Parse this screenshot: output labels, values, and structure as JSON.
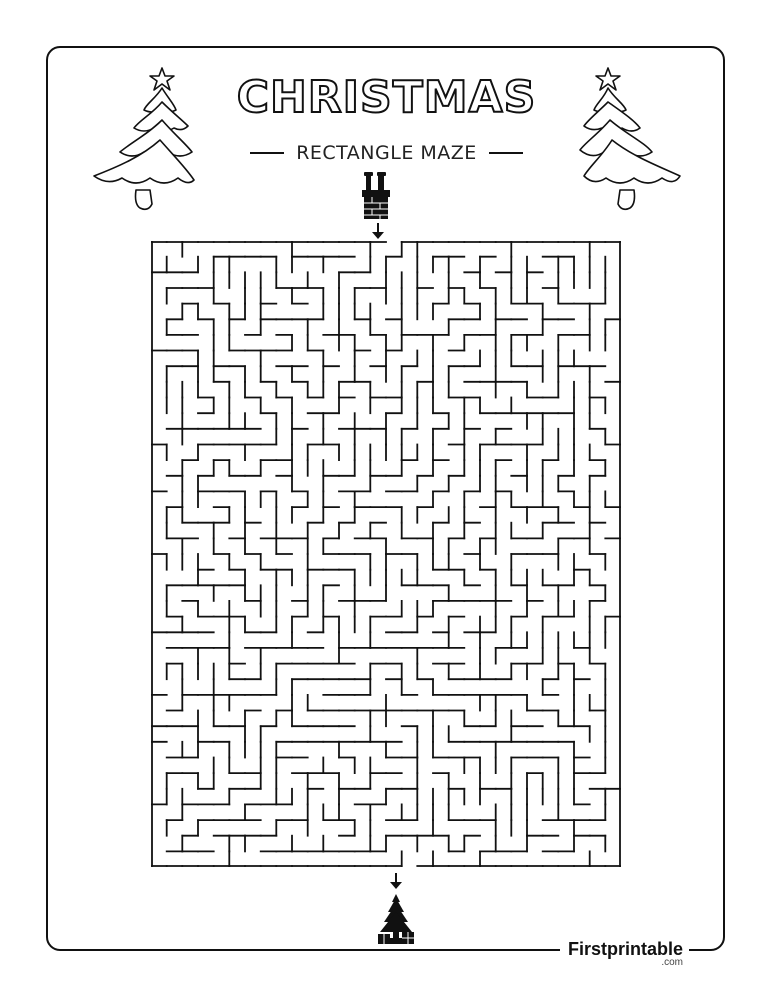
{
  "header": {
    "title": "CHRISTMAS",
    "subtitle": "RECTANGLE MAZE"
  },
  "icons": {
    "start": "santa-chimney-icon",
    "end": "christmas-tree-with-gifts-icon",
    "decoration": "christmas-tree-icon"
  },
  "maze": {
    "type": "rectangle",
    "entrance": "top",
    "exit": "bottom"
  },
  "footer": {
    "brand": "Firstprintable",
    "domain": ".com"
  }
}
